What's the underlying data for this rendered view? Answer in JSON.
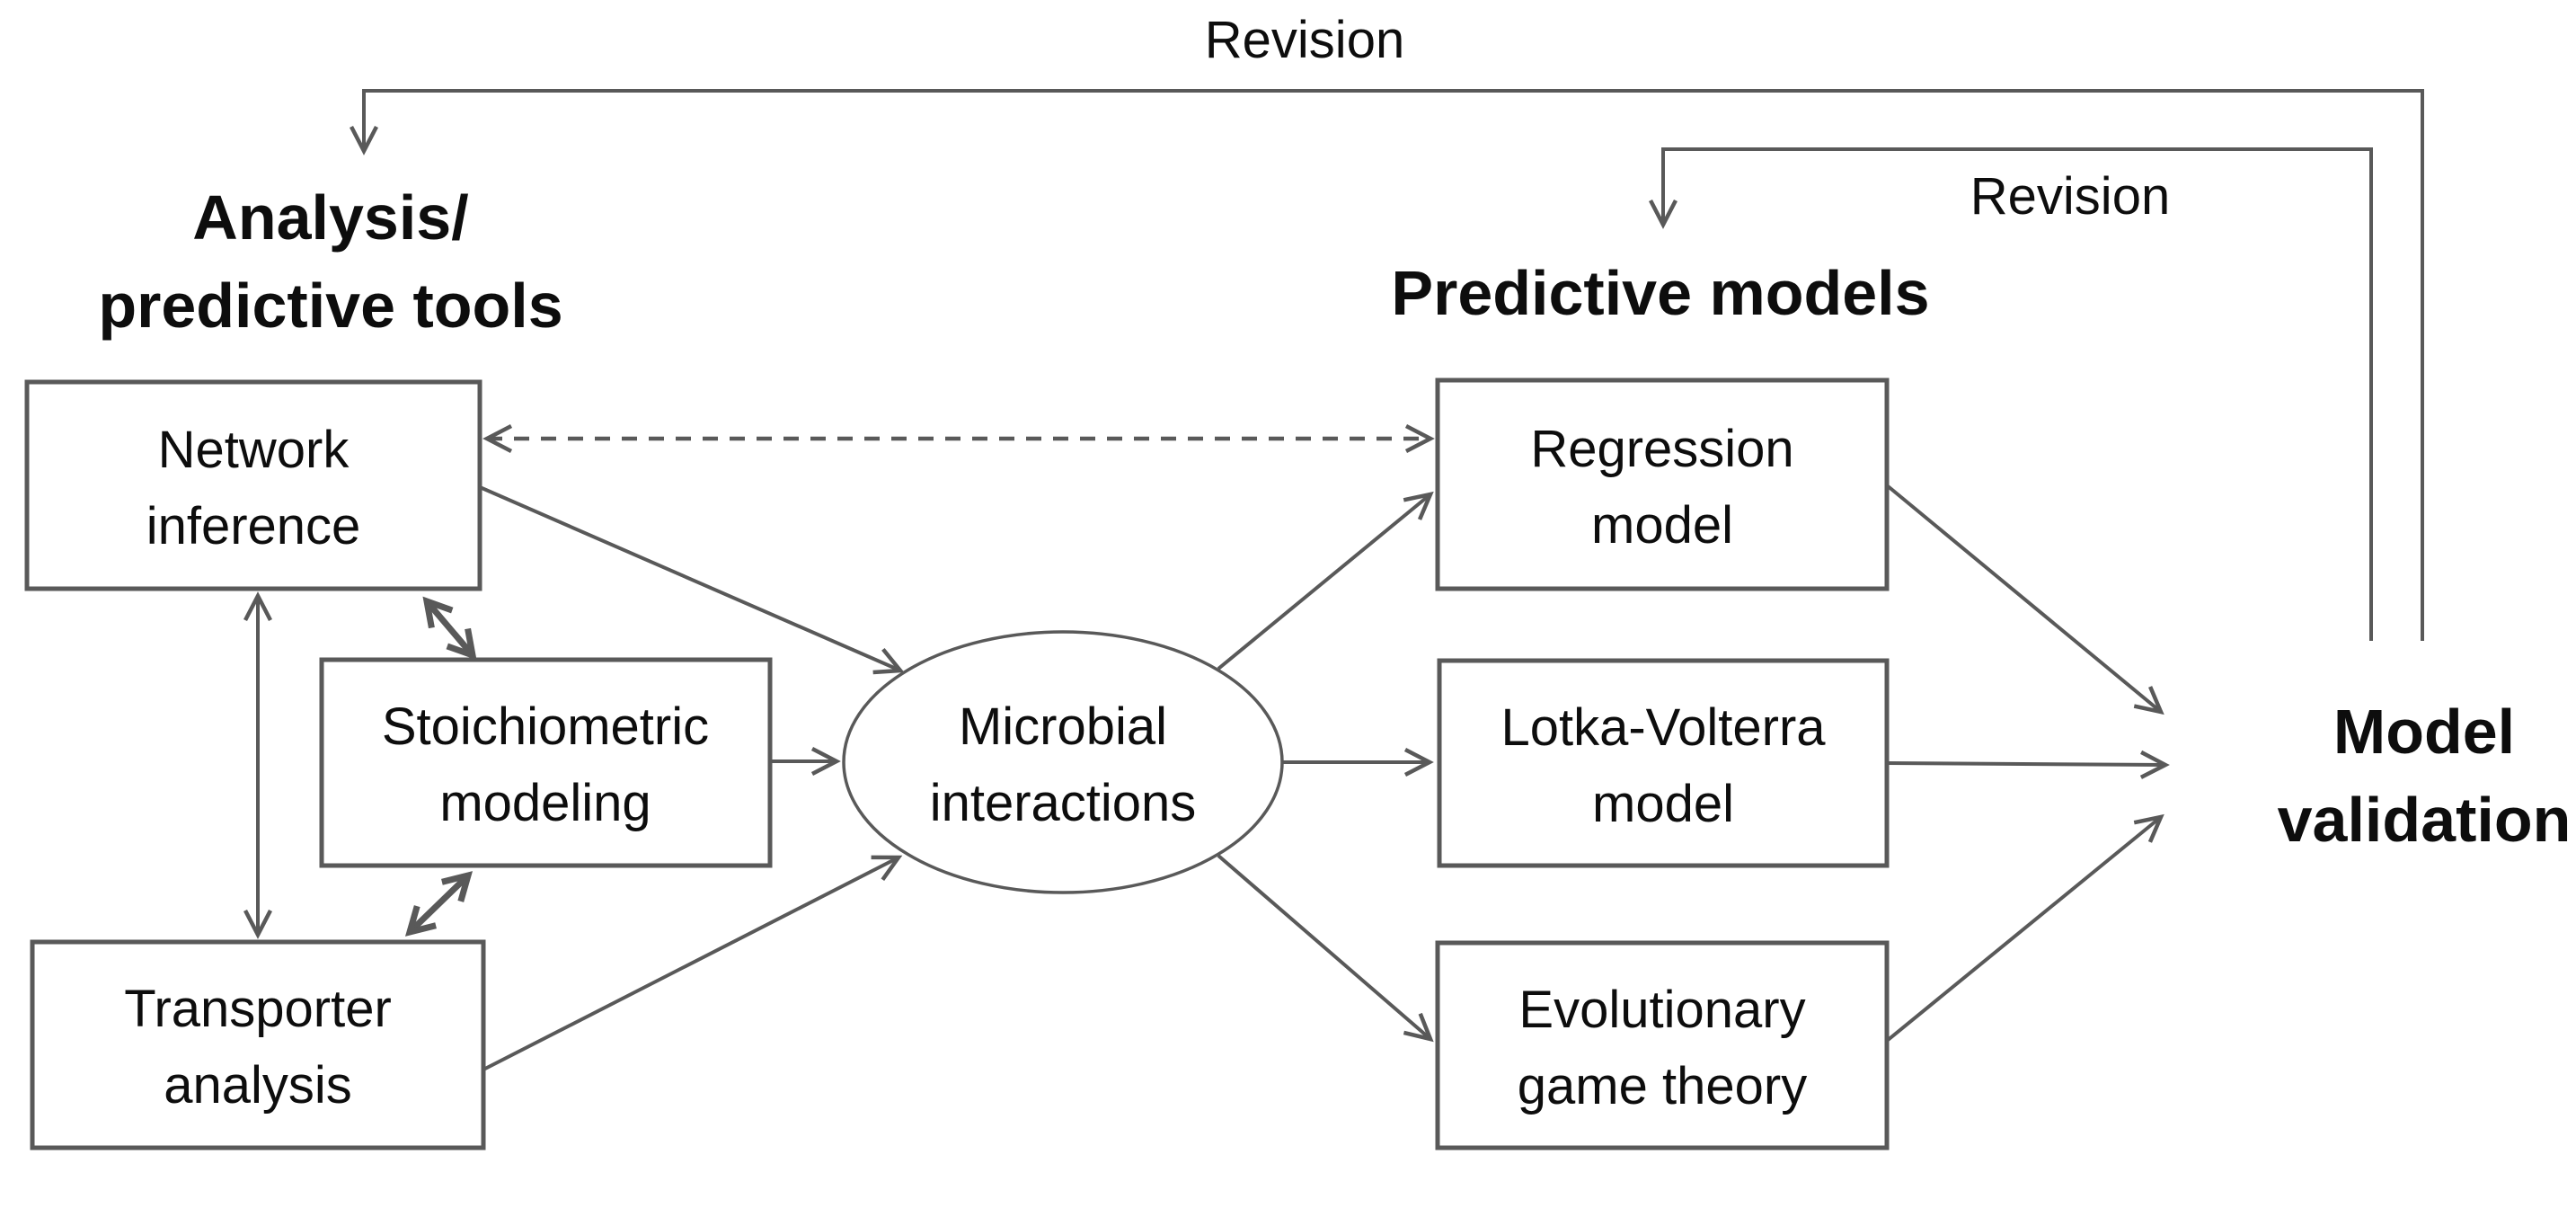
{
  "colors": {
    "background": "#ffffff",
    "line": "#595959",
    "text": "#0d0d0d"
  },
  "headings": {
    "left_tools": {
      "line1": "Analysis/",
      "line2": "predictive tools"
    },
    "right_models": "Predictive models",
    "validation": {
      "line1": "Model",
      "line2": "validation"
    }
  },
  "labels": {
    "revision_top": "Revision",
    "revision_inner": "Revision"
  },
  "nodes": {
    "network": {
      "line1": "Network",
      "line2": "inference"
    },
    "stoichiometric": {
      "line1": "Stoichiometric",
      "line2": "modeling"
    },
    "transporter": {
      "line1": "Transporter",
      "line2": "analysis"
    },
    "hub": {
      "line1": "Microbial",
      "line2": "interactions"
    },
    "regression": {
      "line1": "Regression",
      "line2": "model"
    },
    "lotka": {
      "line1": "Lotka-Volterra",
      "line2": "model"
    },
    "evolution": {
      "line1": "Evolutionary",
      "line2": "game theory"
    }
  },
  "edges": [
    {
      "from": "network-inference",
      "to": "regression-model",
      "style": "dashed",
      "bidirectional": true
    },
    {
      "from": "network-inference",
      "to": "microbial-interactions",
      "style": "solid",
      "bidirectional": false
    },
    {
      "from": "stoichiometric-modeling",
      "to": "microbial-interactions",
      "style": "solid",
      "bidirectional": false
    },
    {
      "from": "transporter-analysis",
      "to": "microbial-interactions",
      "style": "solid",
      "bidirectional": false
    },
    {
      "from": "network-inference",
      "to": "transporter-analysis",
      "style": "solid",
      "bidirectional": true
    },
    {
      "from": "network-inference",
      "to": "stoichiometric-modeling",
      "style": "solid-bold",
      "bidirectional": true
    },
    {
      "from": "stoichiometric-modeling",
      "to": "transporter-analysis",
      "style": "solid-bold",
      "bidirectional": true
    },
    {
      "from": "microbial-interactions",
      "to": "regression-model",
      "style": "solid",
      "bidirectional": false
    },
    {
      "from": "microbial-interactions",
      "to": "lotka-volterra-model",
      "style": "solid",
      "bidirectional": false
    },
    {
      "from": "microbial-interactions",
      "to": "evolutionary-game-theory",
      "style": "solid",
      "bidirectional": false
    },
    {
      "from": "regression-model",
      "to": "model-validation",
      "style": "solid",
      "bidirectional": false
    },
    {
      "from": "lotka-volterra-model",
      "to": "model-validation",
      "style": "solid",
      "bidirectional": false
    },
    {
      "from": "evolutionary-game-theory",
      "to": "model-validation",
      "style": "solid",
      "bidirectional": false
    },
    {
      "from": "model-validation",
      "to": "analysis-predictive-tools",
      "style": "solid",
      "bidirectional": false,
      "label": "Revision"
    },
    {
      "from": "model-validation",
      "to": "predictive-models",
      "style": "solid",
      "bidirectional": false,
      "label": "Revision"
    }
  ]
}
